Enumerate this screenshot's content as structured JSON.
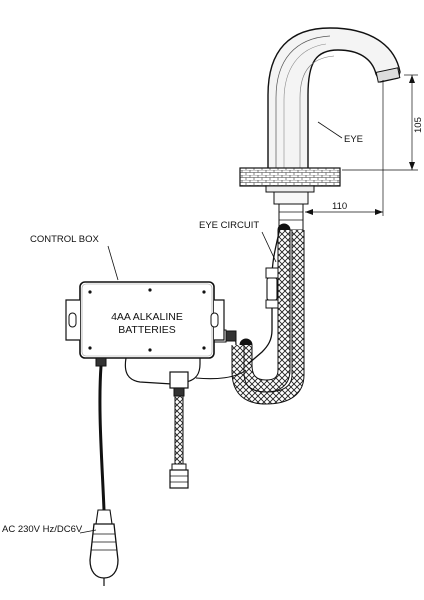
{
  "labels": {
    "eye": "EYE",
    "dim_height": "105",
    "dim_width": "110",
    "eye_circuit": "EYE CIRCUIT",
    "control_box": "CONTROL BOX",
    "box_line1": "4AA ALKALINE",
    "box_line2": "BATTERIES",
    "power": "AC 230V Hz/DC6V"
  },
  "icons": [
    "faucet-spout",
    "sensor-eye",
    "hose",
    "control-box",
    "valve",
    "plug"
  ]
}
